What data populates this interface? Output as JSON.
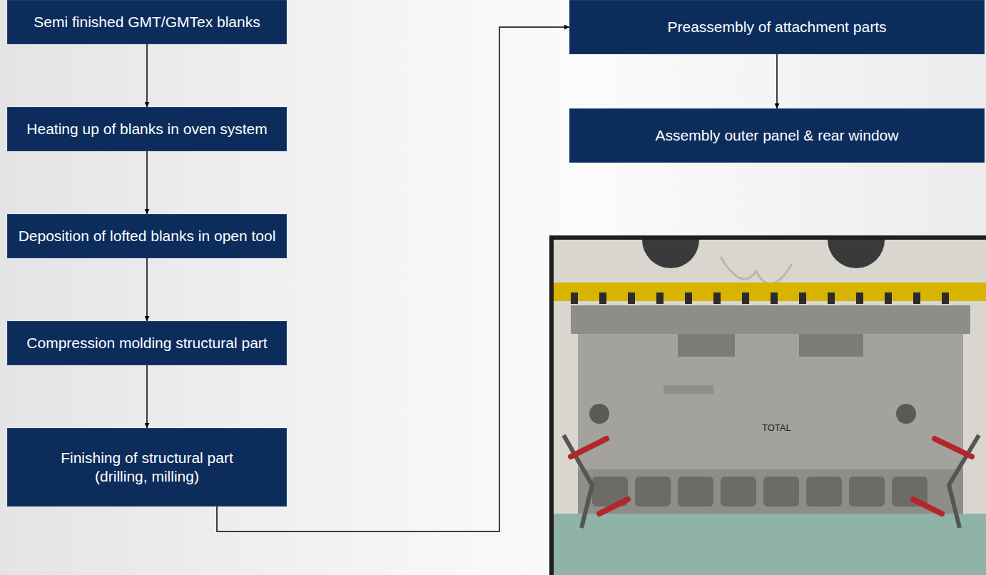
{
  "diagram": {
    "nodes": [
      {
        "text": [
          "Semi finished GMT/GMTex blanks"
        ]
      },
      {
        "text": [
          "Heating up of blanks in oven system"
        ]
      },
      {
        "text": [
          "Deposition of lofted blanks in open tool"
        ]
      },
      {
        "text": [
          "Compression molding structural part"
        ]
      },
      {
        "text": [
          "Finishing of structural part (drilling, milling)"
        ]
      },
      {
        "text": [
          "Preassembly of attachment parts"
        ]
      },
      {
        "text": [
          "Assembly outer panel & rear window"
        ]
      }
    ],
    "edges": [
      {
        "from": 0,
        "to": 1,
        "arrow": "to"
      },
      {
        "from": 1,
        "to": 2,
        "arrow": "to"
      },
      {
        "from": 2,
        "to": 3,
        "arrow": "to"
      },
      {
        "from": 3,
        "to": 4,
        "arrow": "to"
      },
      {
        "from": 4,
        "to": 5,
        "arrow": "to"
      },
      {
        "from": 5,
        "to": 6,
        "arrow": "to"
      }
    ],
    "labels": [
      "TOTAL"
    ]
  }
}
